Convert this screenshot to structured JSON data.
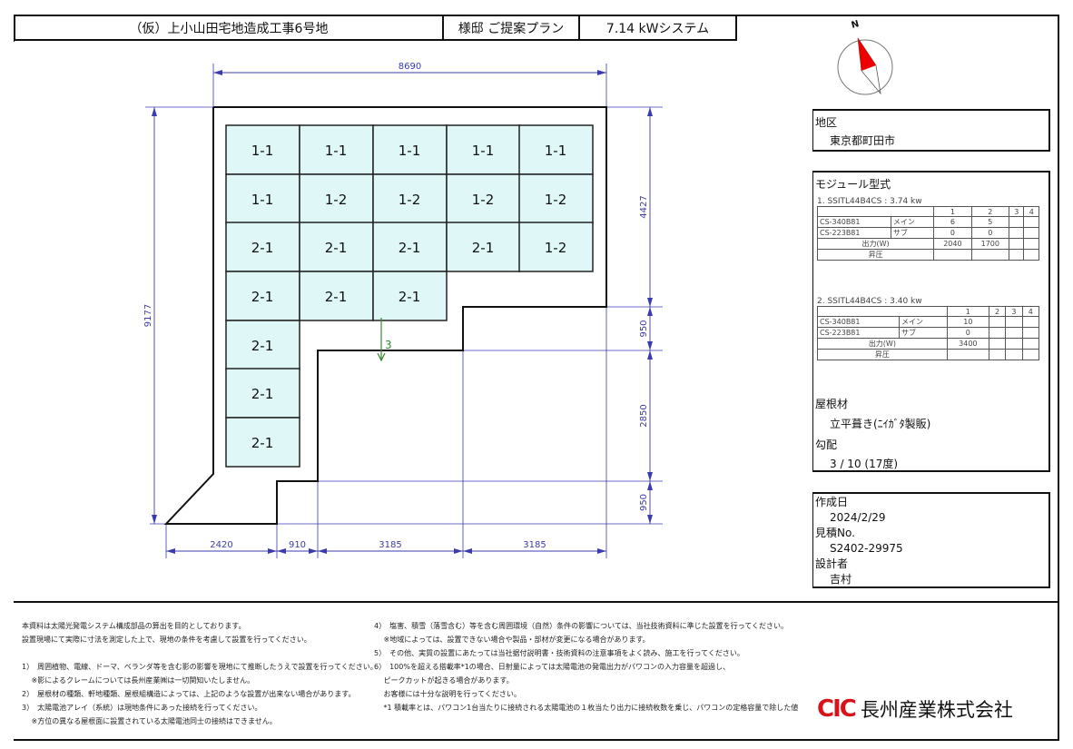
{
  "header": {
    "title": "（仮）上小山田宅地造成工事6号地",
    "customer": "様邸 ご提案プラン",
    "system": "7.14 kWシステム"
  },
  "compass": {
    "label": "N"
  },
  "drawing": {
    "dims": {
      "top": "8690",
      "left": "9177",
      "right": [
        "4427",
        "950",
        "2850",
        "950"
      ],
      "bottom": [
        "2420",
        "910",
        "3185",
        "3185"
      ]
    },
    "panels": [
      [
        "1-1",
        "1-1",
        "1-1",
        "1-1",
        "1-1"
      ],
      [
        "1-1",
        "1-2",
        "1-2",
        "1-2",
        "1-2"
      ],
      [
        "2-1",
        "2-1",
        "2-1",
        "2-1",
        "1-2"
      ],
      [
        "2-1",
        "2-1",
        "2-1"
      ],
      [
        "2-1"
      ],
      [
        "2-1"
      ],
      [
        "2-1"
      ]
    ],
    "slope_label": "3",
    "panel_color": "#dff7f7",
    "dim_color": "#3b3bb0",
    "slope_color": "#2e8b2e"
  },
  "region": {
    "label": "地区",
    "value": "東京都町田市"
  },
  "module": {
    "label": "モジュール型式",
    "systems": [
      {
        "title": "1. SSITL44B4CS : 3.74 kw",
        "cols": [
          "1",
          "2",
          "3",
          "4"
        ],
        "rows": [
          [
            "CS-340B81",
            "メイン",
            "6",
            "5",
            "",
            ""
          ],
          [
            "CS-223B81",
            "サブ",
            "0",
            "0",
            "",
            ""
          ]
        ],
        "output_label": "出力(W)",
        "output": [
          "2040",
          "1700",
          "",
          ""
        ],
        "boost_label": "昇圧"
      },
      {
        "title": "2. SSITL44B4CS : 3.40 kw",
        "cols": [
          "1",
          "2",
          "3",
          "4"
        ],
        "rows": [
          [
            "CS-340B81",
            "メイン",
            "10",
            "",
            "",
            ""
          ],
          [
            "CS-223B81",
            "サブ",
            "0",
            "",
            "",
            ""
          ]
        ],
        "output_label": "出力(W)",
        "output": [
          "3400",
          "",
          "",
          ""
        ],
        "boost_label": "昇圧"
      }
    ],
    "roof_label": "屋根材",
    "roof_value": "立平葺き(ﾆｲｶﾞﾀ製販)",
    "pitch_label": "勾配",
    "pitch_value": "3 / 10 (17度)"
  },
  "info": {
    "date_label": "作成日",
    "date": "2024/2/29",
    "estimate_label": "見積No.",
    "estimate": "S2402-29975",
    "designer_label": "設計者",
    "designer": "吉村"
  },
  "notes_left": [
    "本資料は太陽光発電システム構成部品の算出を目的としております。",
    "設置現場にて実際に寸法を測定した上で、現地の条件を考慮して設置を行ってください。",
    "",
    "1）　周囲植物、電線、ドーマ、ベランダ等を含む影の影響を現地にて推断したうえで設置を行ってください。",
    "　 ※影によるクレームについては長州産業㈱は一切関知いたしません。",
    "2）　屋根材の種類、軒地種類、屋根組構造によっては、上記のような設置が出来ない場合があります。",
    "3）　太陽電池アレイ（系統）は現地条件にあった接続を行ってください。",
    "　 ※方位の異なる屋根面に設置されている太陽電池同士の接続はできません。"
  ],
  "notes_right": [
    "4）　塩害、積雪（落雪含む）等を含む周囲環境（自然）条件の影響については、当社技術資料に準じた設置を行ってください。",
    "　 ※地域によっては、設置できない場合や製品・部材が変更になる場合があります。",
    "5）　その他、実質の設置にあたっては当社据付説明書・技術資料の注意事項をよく読み、施工を行ってください。",
    "6）　100%を超える搭載率*1の場合、日射量によっては太陽電池の発電出力がパワコンの入力容量を超過し、",
    "　 ピークカットが起きる場合があります。",
    "　 お客様には十分な説明を行ってください。",
    "　 *1 積載率とは、パワコン1台当たりに接続される太陽電池の１枚当たり出力に接続枚数を乗じ、パワコンの定格容量で除した値"
  ],
  "logo": {
    "mark": "CIC",
    "company": "長州産業株式会社",
    "color": "#d7141a"
  }
}
